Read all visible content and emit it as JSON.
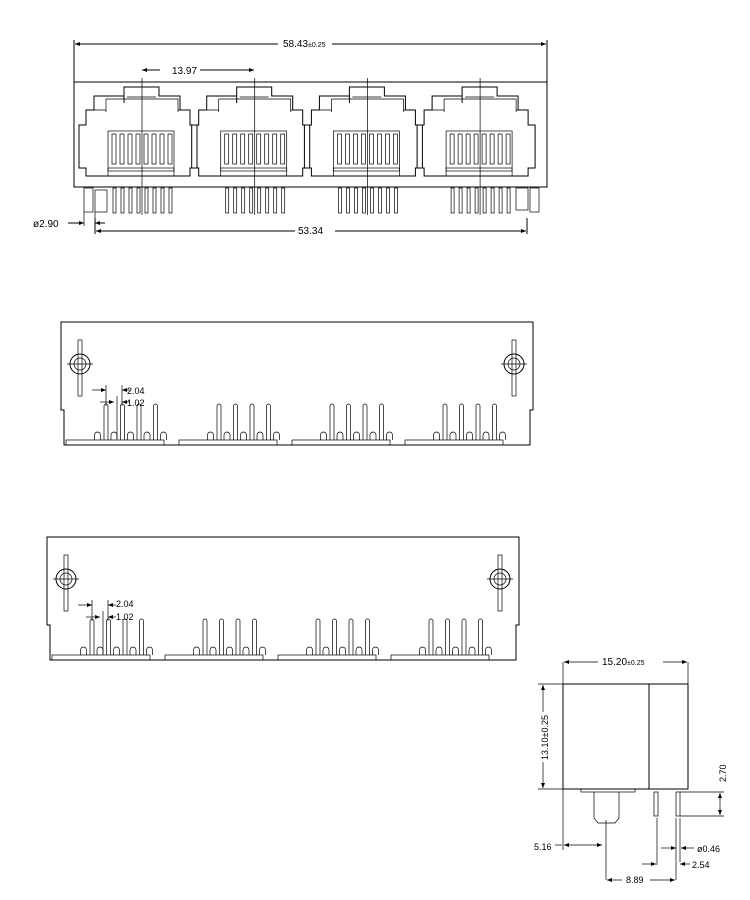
{
  "front_view": {
    "overall_width": "58.43",
    "overall_tol": "±0.25",
    "port_pitch": "13.97",
    "peg_pitch": "53.34",
    "peg_diameter": "ø2.90",
    "port_count": 4
  },
  "side_view_1": {
    "pitch_a": "2.04",
    "pitch_b": "1.02"
  },
  "side_view_2": {
    "pitch_a": "2.04",
    "pitch_b": "1.02"
  },
  "end_view": {
    "depth": "15.20",
    "depth_tol": "±0.25",
    "height": "13.10±0.25",
    "pin_length": "2.70",
    "peg_offset": "5.16",
    "pin_diameter": "ø0.46",
    "row_pitch": "2.54",
    "peg_to_pin": "8.89"
  }
}
